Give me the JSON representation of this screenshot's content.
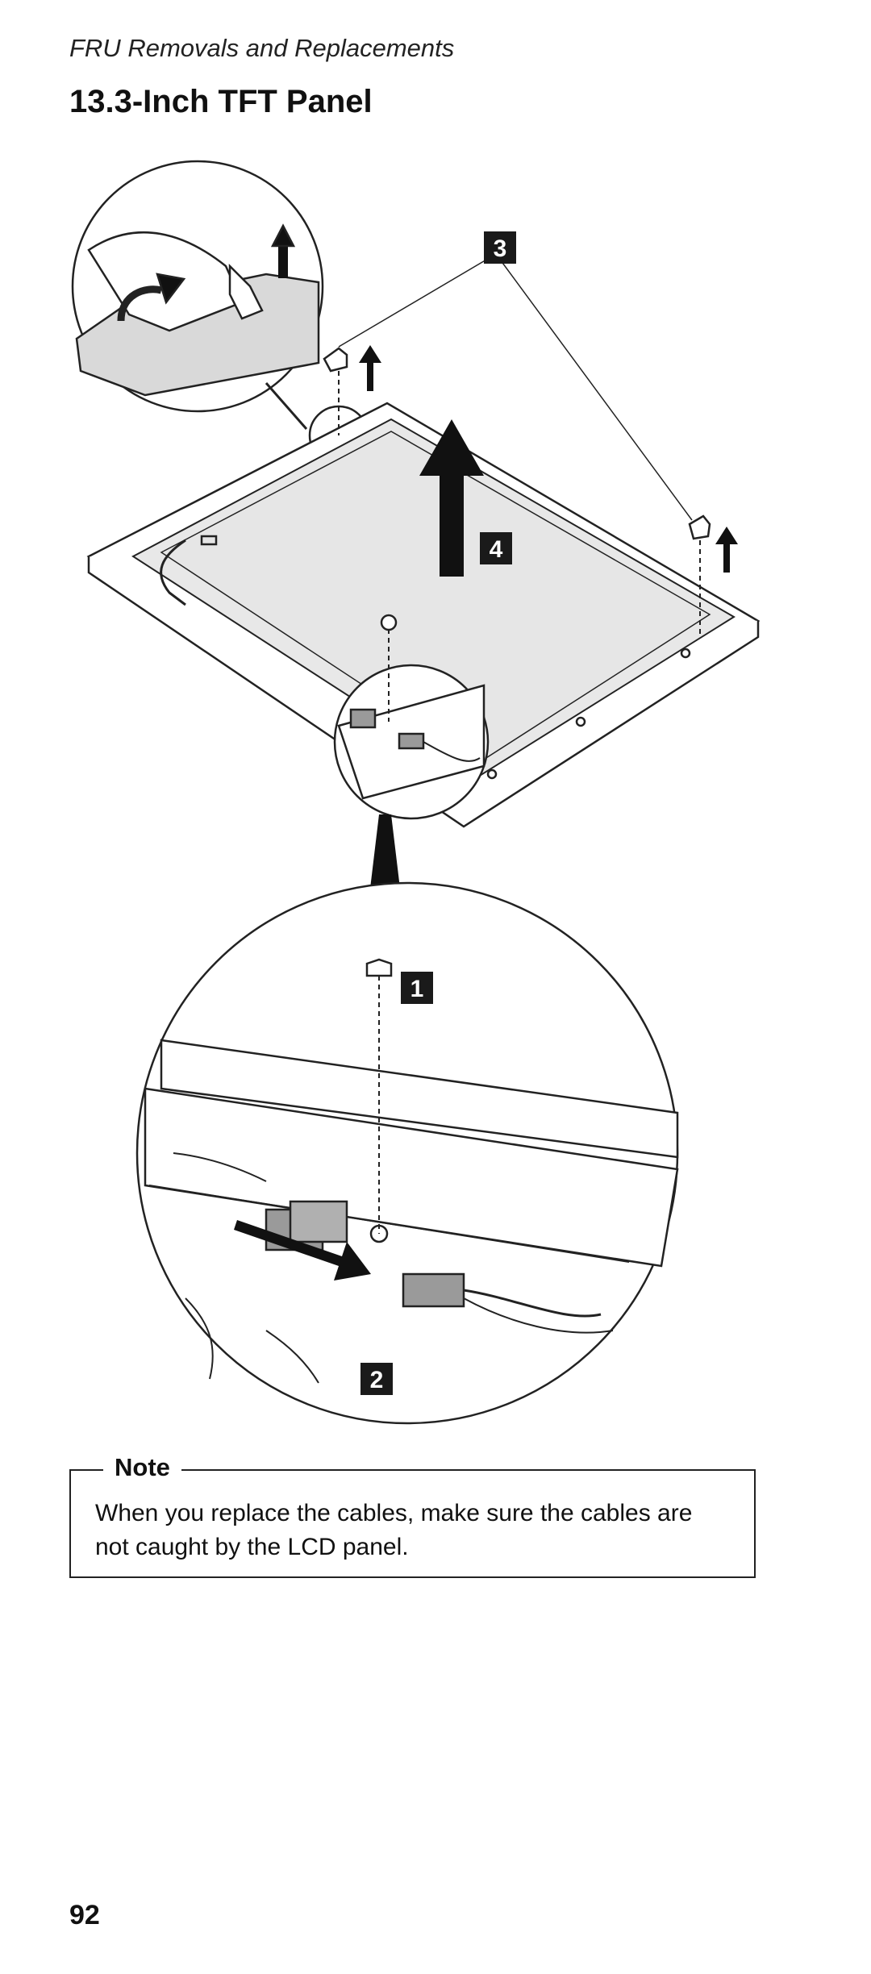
{
  "header": {
    "section": "FRU Removals and Replacements"
  },
  "title": "13.3-Inch TFT Panel",
  "figure": {
    "callouts": [
      "1",
      "2",
      "3",
      "4"
    ]
  },
  "note": {
    "label": "Note",
    "text": "When you replace the cables, make sure the cables are not caught by the LCD panel."
  },
  "page_number": "92",
  "colors": {
    "badge": "#1a1a1a",
    "panel_fill": "#e8e8e8",
    "connector": "#9a9a9a"
  }
}
